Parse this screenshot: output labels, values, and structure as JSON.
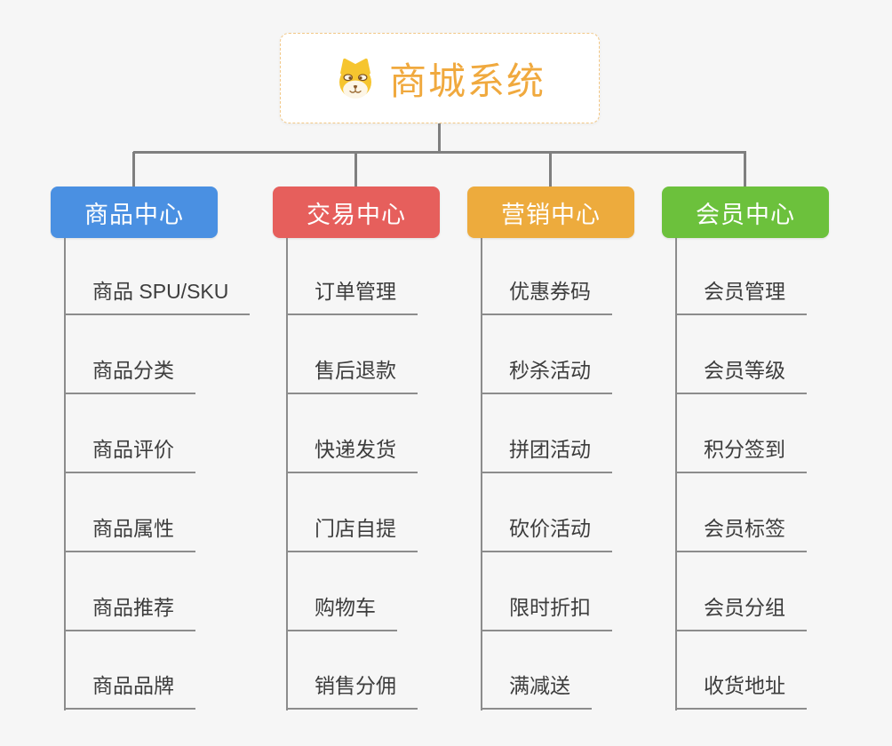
{
  "page": {
    "background": "#f6f6f6"
  },
  "root": {
    "title": "商城系统",
    "icon": "doge-icon",
    "text_color": "#f0a93e",
    "border_color": "#f2c887",
    "background": "#ffffff"
  },
  "connector_color": "#7f7f7f",
  "branches": [
    {
      "label": "商品中心",
      "color": "#4a90e2",
      "items": [
        "商品 SPU/SKU",
        "商品分类",
        "商品评价",
        "商品属性",
        "商品推荐",
        "商品品牌"
      ]
    },
    {
      "label": "交易中心",
      "color": "#e65f5c",
      "items": [
        "订单管理",
        "售后退款",
        "快递发货",
        "门店自提",
        "购物车",
        "销售分佣"
      ]
    },
    {
      "label": "营销中心",
      "color": "#edab3d",
      "items": [
        "优惠券码",
        "秒杀活动",
        "拼团活动",
        "砍价活动",
        "限时折扣",
        "满减送"
      ]
    },
    {
      "label": "会员中心",
      "color": "#6cc13c",
      "items": [
        "会员管理",
        "会员等级",
        "积分签到",
        "会员标签",
        "会员分组",
        "收货地址"
      ]
    }
  ]
}
